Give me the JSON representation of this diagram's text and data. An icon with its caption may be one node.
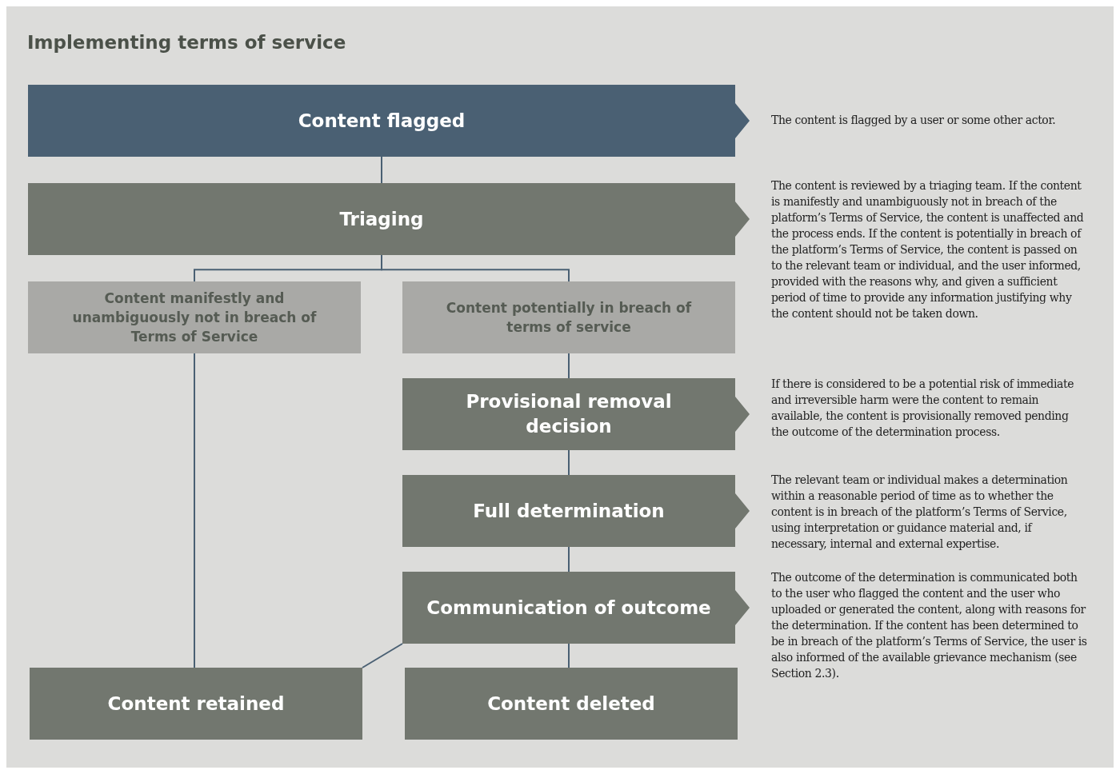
{
  "diagram": {
    "title": "Implementing terms of service",
    "nodes": [
      {
        "text": [
          "Content flagged"
        ],
        "beside": [
          "The content is flagged by a user or some other actor."
        ]
      },
      {
        "text": [
          "Triaging"
        ],
        "beside": [
          "The content is reviewed by a triaging team. If the content is manifestly and unambiguously not in breach of the platform’s Terms of Service, the content is unaffected and the process ends. If the content is potentially in breach of the platform’s Terms of Service, the content is passed on to the relevant team or individual, and the user informed, provided with the reasons why, and given a sufficient period of time to provide any information justifying why the content should not be taken down."
        ]
      },
      {
        "text": [
          "Content manifestly and unambiguously not in breach of Terms of Service"
        ]
      },
      {
        "text": [
          "Content potentially in breach of terms of service"
        ]
      },
      {
        "text": [
          "Provisional removal decision"
        ],
        "beside": [
          "If there is considered to be a potential risk of immediate and irreversible harm were the content to remain available, the content is provisionally removed pending the outcome of the determination process."
        ]
      },
      {
        "text": [
          "Full determination"
        ],
        "beside": [
          "The relevant team or individual makes a determination within a reasonable period of time as to whether the content is in breach of the platform’s Terms of Service, using interpretation or guidance material and, if necessary, internal and external expertise."
        ]
      },
      {
        "text": [
          "Communication of outcome"
        ],
        "beside": [
          "The outcome of the determination is communicated both to the user who flagged the content and the user who uploaded or generated the content, along with reasons for the determination. If the content has been determined to be in breach of the platform’s Terms of Service, the user is also informed of the available grievance mechanism (see Section 2.3)."
        ]
      },
      {
        "text": [
          "Content retained"
        ]
      },
      {
        "text": [
          "Content deleted"
        ]
      }
    ],
    "edges": [
      {
        "from": 0,
        "to": 1,
        "arrow": "none"
      },
      {
        "from": 1,
        "to": 2,
        "arrow": "none"
      },
      {
        "from": 1,
        "to": 3,
        "arrow": "none"
      },
      {
        "from": 3,
        "to": 4,
        "arrow": "none"
      },
      {
        "from": 4,
        "to": 5,
        "arrow": "none"
      },
      {
        "from": 5,
        "to": 6,
        "arrow": "none"
      },
      {
        "from": 2,
        "to": 7,
        "arrow": "none"
      },
      {
        "from": 6,
        "to": 7,
        "arrow": "none"
      },
      {
        "from": 6,
        "to": 8,
        "arrow": "none"
      }
    ]
  }
}
